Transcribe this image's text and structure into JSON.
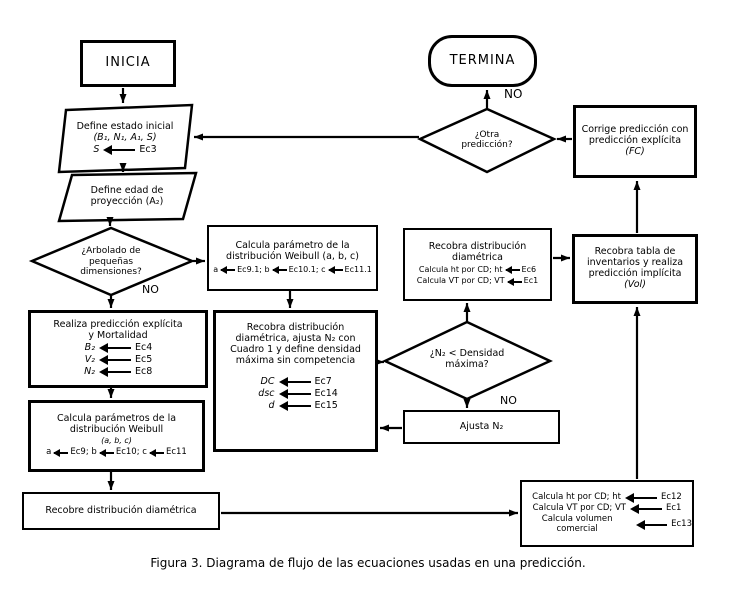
{
  "caption": "Figura 3. Diagrama de flujo de las ecuaciones usadas en una predicción.",
  "icons": {
    "assign_arrow": "arrowhead-left-with-tail"
  },
  "nodes": {
    "inicia": {
      "label": "INICIA"
    },
    "termina": {
      "label": "TERMINA"
    },
    "estado_inicial": {
      "line1": "Define estado inicial",
      "line2": "(B₁, N₁, A₁, S)",
      "eq": {
        "lhs": "S",
        "rhs": "Ec3"
      }
    },
    "edad_proyeccion": {
      "line1": "Define edad de",
      "line2": "proyección (A₂)"
    },
    "arbolado": {
      "line1": "¿Arbolado de",
      "line2": "pequeñas",
      "line3": "dimensiones?",
      "no": "NO"
    },
    "realiza": {
      "title1": "Realiza predicción explícita",
      "title2": "y Mortalidad",
      "eqs": [
        {
          "lhs": "B₂",
          "rhs": "Ec4"
        },
        {
          "lhs": "V₂",
          "rhs": "Ec5"
        },
        {
          "lhs": "N₂",
          "rhs": "Ec8"
        }
      ]
    },
    "calc_params": {
      "line1": "Calcula parámetros de la",
      "line2": "distribución Weibull",
      "line3": "(a, b, c)",
      "eqs": [
        {
          "lhs": "a",
          "rhs": "Ec9;"
        },
        {
          "lhs": "b",
          "rhs": "Ec10;"
        },
        {
          "lhs": "c",
          "rhs": "Ec11"
        }
      ]
    },
    "recobre": {
      "text": "Recobre distribución diamétrica"
    },
    "calc_param1": {
      "line1": "Calcula parámetro de la",
      "line2": "distribución Weibull (a, b, c)",
      "eqs": [
        {
          "lhs": "a",
          "rhs": "Ec9.1;"
        },
        {
          "lhs": "b",
          "rhs": "Ec10.1;"
        },
        {
          "lhs": "c",
          "rhs": "Ec11.1"
        }
      ]
    },
    "recobra_ajusta": {
      "line1": "Recobra distribución",
      "line2": "diamétrica, ajusta N₂ con",
      "line3": "Cuadro 1 y define densidad",
      "line4": "máxima sin competencia",
      "eqs": [
        {
          "lhs": "DC",
          "rhs": "Ec7"
        },
        {
          "lhs": "dsc",
          "rhs": "Ec14"
        },
        {
          "lhs": "d",
          "rhs": "Ec15"
        }
      ]
    },
    "densidad": {
      "line1": "¿N₂ < Densidad",
      "line2": "máxima?",
      "no": "NO"
    },
    "ajusta": {
      "text": "Ajusta N₂"
    },
    "recobra_diam": {
      "line1": "Recobra distribución",
      "line2": "diamétrica",
      "eqs": [
        {
          "lhs": "Calcula ht por CD; ht",
          "rhs": "Ec6"
        },
        {
          "lhs": "Calcula VT por CD; VT",
          "rhs": "Ec1"
        }
      ]
    },
    "recobra_tabla": {
      "line1": "Recobra tabla de",
      "line2": "inventarios y realiza",
      "line3": "predicción implícita",
      "line4": "(Vol)"
    },
    "corrige": {
      "line1": "Corrige predicción con",
      "line2": "predicción explícita",
      "line3": "(FC)"
    },
    "otra": {
      "line1": "¿Otra",
      "line2": "predicción?",
      "no": "NO"
    },
    "calc_vol": {
      "eqs": [
        {
          "lhs": "Calcula ht por CD; ht",
          "rhs": "Ec12"
        },
        {
          "lhs": "Calcula VT por CD; VT",
          "rhs": "Ec1"
        },
        {
          "lhs": "Calcula volumen comercial",
          "rhs": "Ec13"
        }
      ]
    }
  }
}
